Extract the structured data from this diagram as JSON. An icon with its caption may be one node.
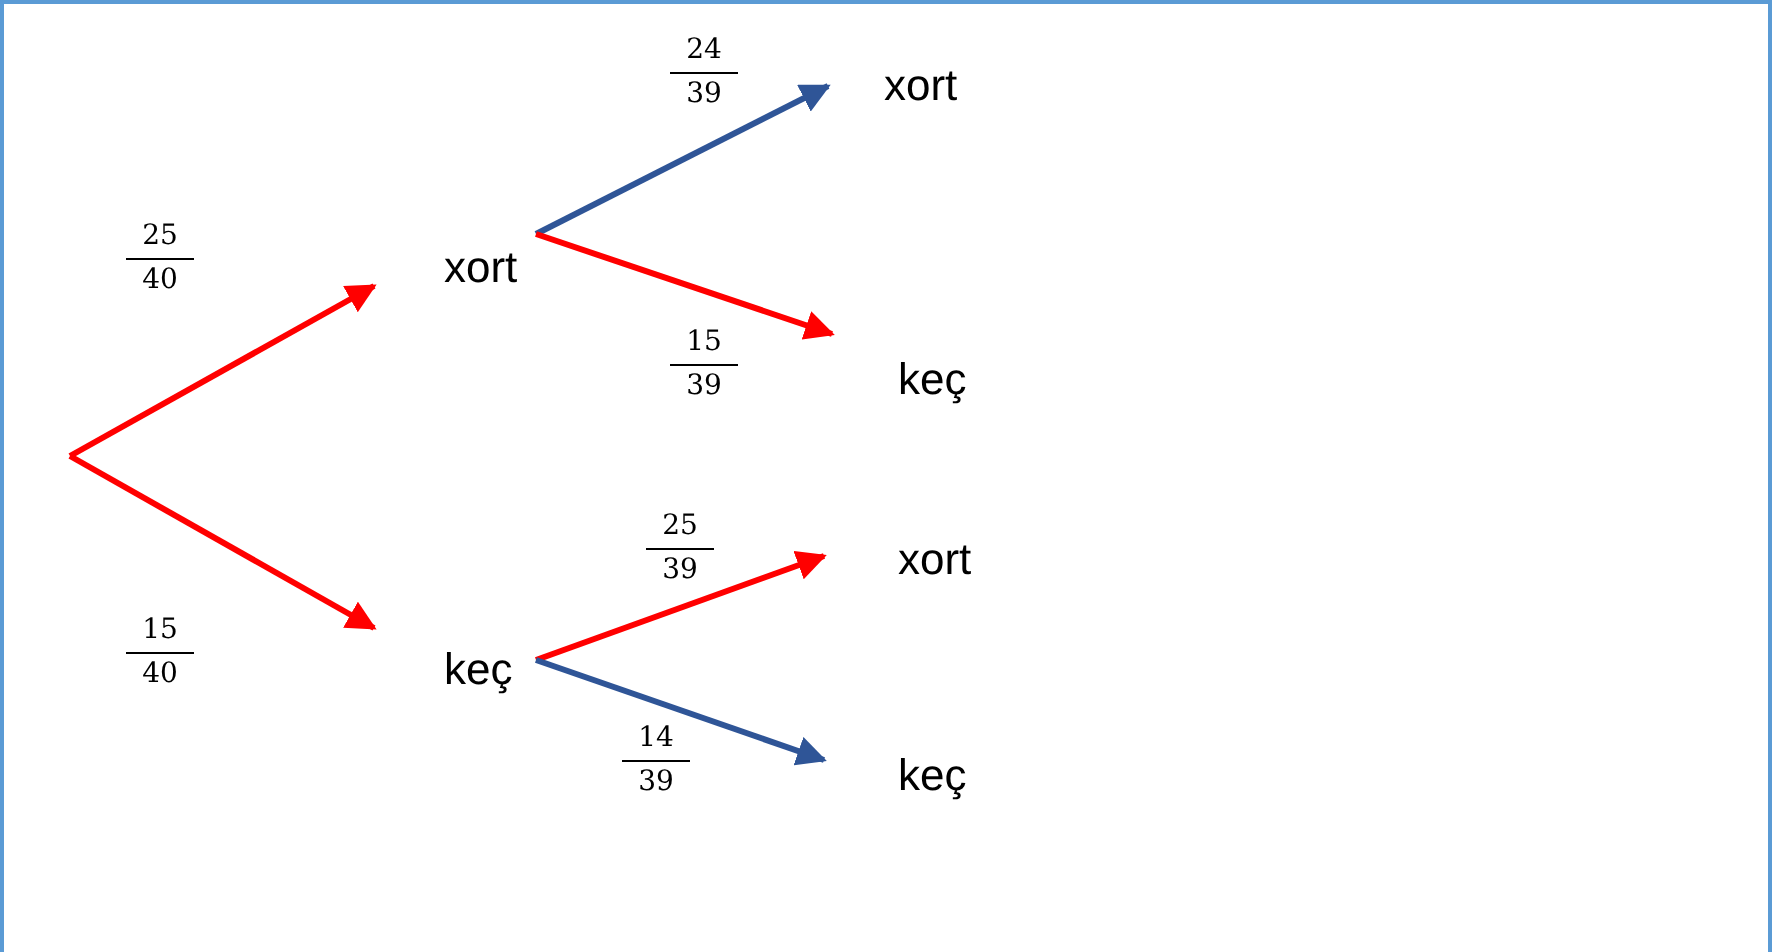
{
  "diagram": {
    "nodes": [
      {
        "text": [
          "xort"
        ]
      },
      {
        "text": [
          "keç"
        ]
      },
      {
        "text": [
          "xort"
        ]
      },
      {
        "text": [
          "keç"
        ]
      },
      {
        "text": [
          "xort"
        ]
      },
      {
        "text": [
          "keç"
        ]
      }
    ],
    "edges": [
      {
        "from": null,
        "to": 0,
        "arrow": "to",
        "label": "25/40"
      },
      {
        "from": null,
        "to": 1,
        "arrow": "to",
        "label": "15/40"
      },
      {
        "from": 0,
        "to": 2,
        "arrow": "to",
        "label": "24/39",
        "color": "#2f5597"
      },
      {
        "from": 0,
        "to": 3,
        "arrow": "to",
        "label": "15/39"
      },
      {
        "from": 1,
        "to": 4,
        "arrow": "to",
        "label": "25/39"
      },
      {
        "from": 1,
        "to": 5,
        "arrow": "to",
        "label": "14/39",
        "color": "#2f5597"
      }
    ]
  }
}
